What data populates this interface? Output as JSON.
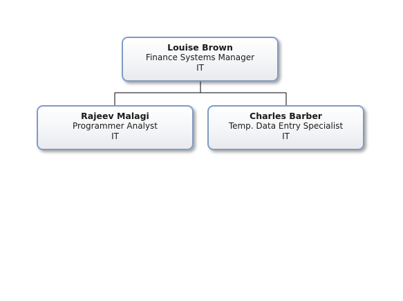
{
  "org_chart": {
    "root": {
      "name": "Louise Brown",
      "title": "Finance Systems Manager",
      "department": "IT"
    },
    "reports": [
      {
        "name": "Rajeev Malagi",
        "title": "Programmer Analyst",
        "department": "IT"
      },
      {
        "name": "Charles Barber",
        "title": "Temp. Data Entry Specialist",
        "department": "IT"
      }
    ]
  },
  "colors": {
    "node_border": "#7f9bc3",
    "connector": "#000000",
    "text": "#1a1a1a"
  }
}
